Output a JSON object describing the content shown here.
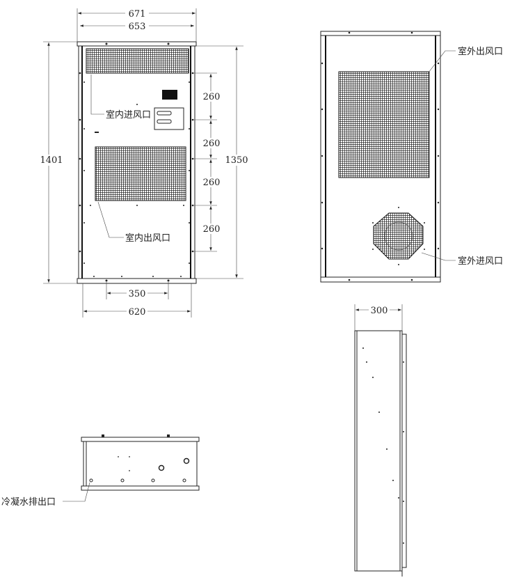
{
  "dimensions": {
    "width_outer": "671",
    "width_inner": "653",
    "height_total": "1401",
    "height_body": "1350",
    "pitch": [
      "260",
      "260",
      "260",
      "260"
    ],
    "hole_spacing": "350",
    "base_width": "620",
    "depth": "300"
  },
  "labels": {
    "indoor_inlet": "室内进风口",
    "indoor_outlet": "室内出风口",
    "outdoor_outlet": "室外出风口",
    "outdoor_inlet": "室外进风口",
    "condensate_drain": "冷凝水排出口"
  }
}
